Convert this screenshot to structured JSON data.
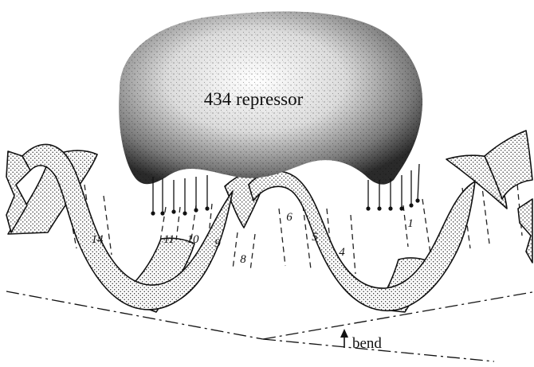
{
  "protein": {
    "label": "434 repressor"
  },
  "base_pairs": [
    {
      "label": "14"
    },
    {
      "label": "11"
    },
    {
      "label": "10"
    },
    {
      "label": "9"
    },
    {
      "label": "8"
    },
    {
      "label": "6"
    },
    {
      "label": "5"
    },
    {
      "label": "4"
    },
    {
      "label": "1"
    }
  ],
  "bend": {
    "label": "bend"
  },
  "colors": {
    "ink": "#111111",
    "background": "#ffffff"
  }
}
